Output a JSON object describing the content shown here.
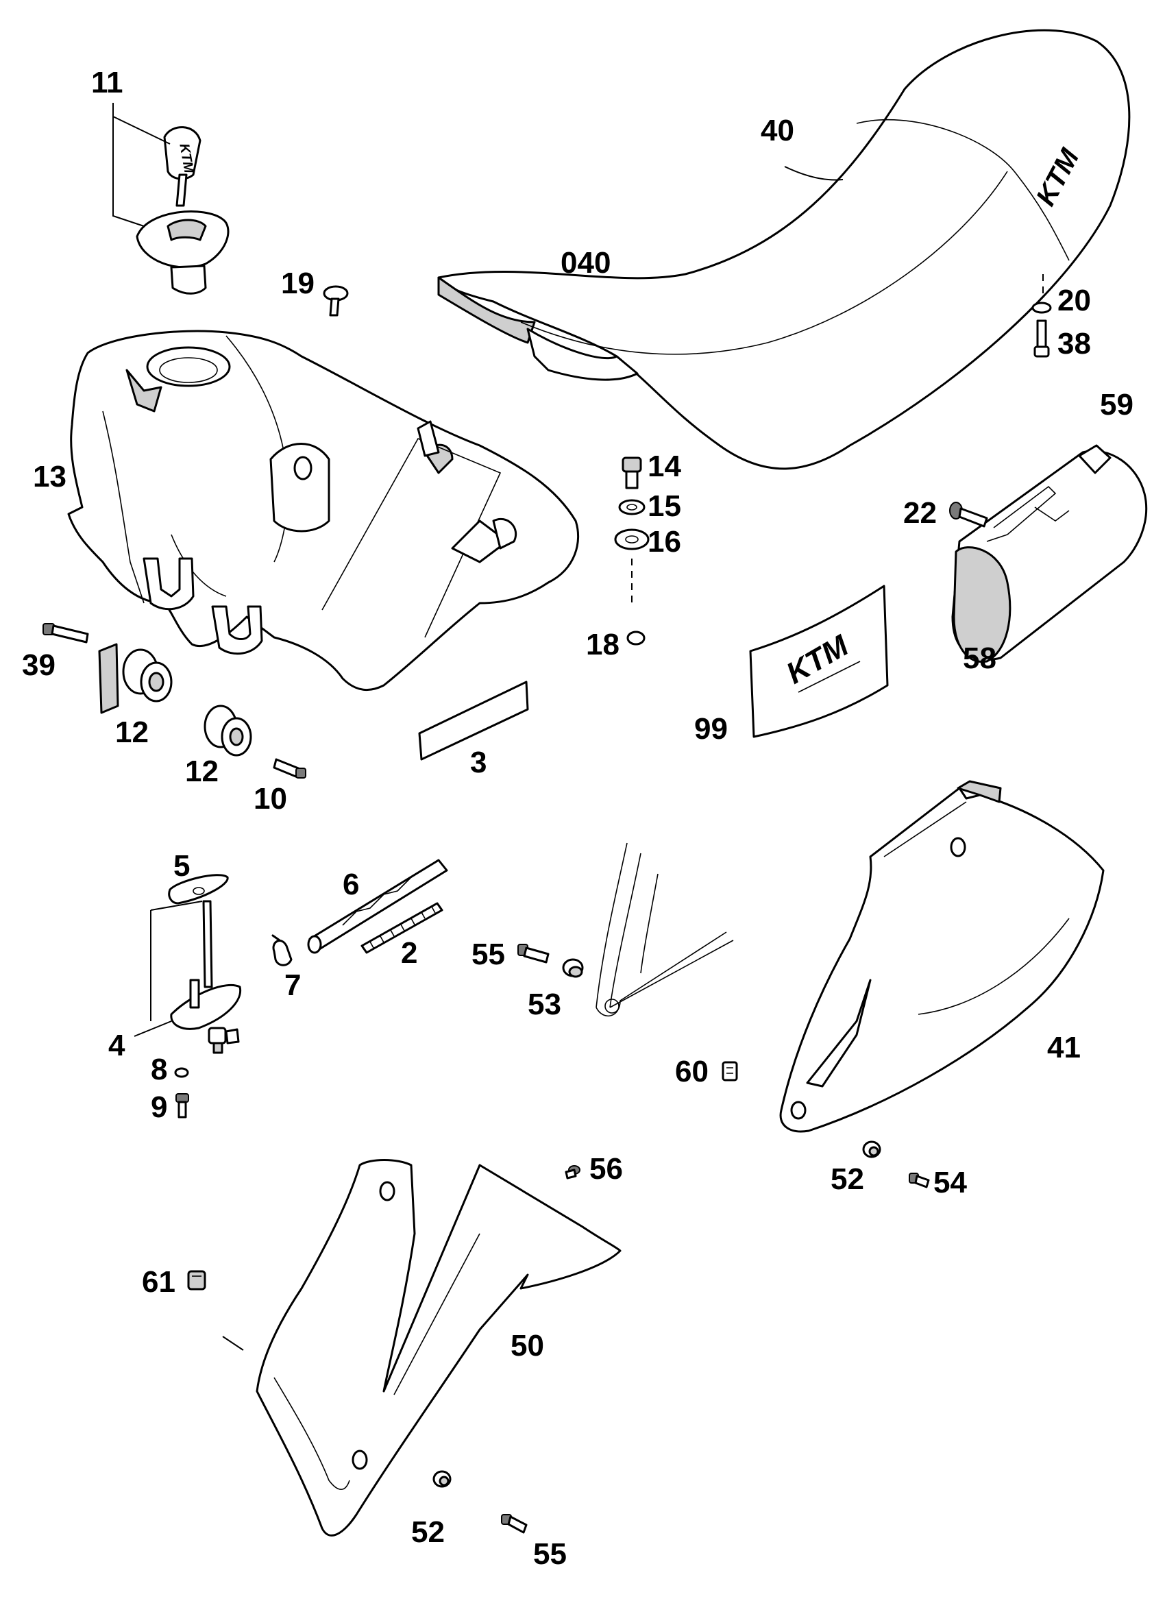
{
  "labels": {
    "p11": "11",
    "p40": "40",
    "p040": "040",
    "p19": "19",
    "p20": "20",
    "p38": "38",
    "p13": "13",
    "p14": "14",
    "p15": "15",
    "p16": "16",
    "p59": "59",
    "p22": "22",
    "p18": "18",
    "p58": "58",
    "p39": "39",
    "p12a": "12",
    "p12b": "12",
    "p3": "3",
    "p99": "99",
    "p10": "10",
    "p5": "5",
    "p6": "6",
    "p2": "2",
    "p7": "7",
    "p55a": "55",
    "p53": "53",
    "p4": "4",
    "p8": "8",
    "p9": "9",
    "p60": "60",
    "p41": "41",
    "p52a": "52",
    "p54": "54",
    "p56": "56",
    "p50": "50",
    "p61": "61",
    "p52b": "52",
    "p55b": "55"
  },
  "brand": {
    "logo_text": "KTM"
  }
}
